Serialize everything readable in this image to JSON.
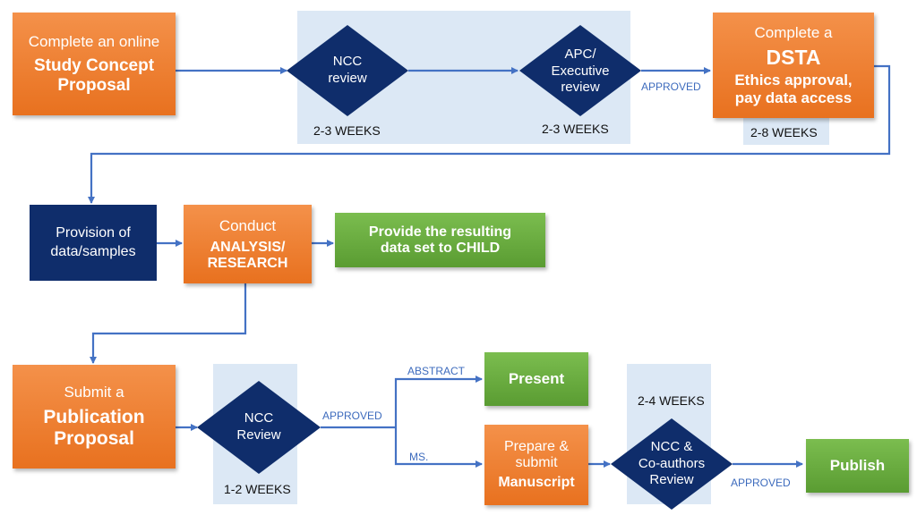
{
  "colors": {
    "orange": "#ee7d2e",
    "navy": "#0f2d6b",
    "green": "#6aad3f",
    "arrow": "#4472c4",
    "panel": "#dce8f5"
  },
  "step_concept": {
    "line1": "Complete an online",
    "line2": "Study Concept",
    "line3": "Proposal"
  },
  "ncc_review_1": {
    "line1": "NCC",
    "line2": "review",
    "weeks": "2-3 WEEKS"
  },
  "apc_review": {
    "line1": "APC/",
    "line2": "Executive",
    "line3": "review",
    "weeks": "2-3 WEEKS"
  },
  "approved_1": "APPROVED",
  "step_dsta": {
    "line1": "Complete a",
    "line2": "DSTA",
    "line3": "Ethics approval,",
    "line4": "pay data access",
    "weeks": "2-8 WEEKS"
  },
  "provision": {
    "line1": "Provision of",
    "line2": "data/samples"
  },
  "conduct": {
    "line1": "Conduct",
    "line2": "ANALYSIS/",
    "line3": "RESEARCH"
  },
  "provide": {
    "line1": "Provide the resulting",
    "line2": "data set to CHILD"
  },
  "publication": {
    "line1": "Submit a",
    "line2": "Publication",
    "line3": "Proposal"
  },
  "ncc_review_2": {
    "line1": "NCC",
    "line2": "Review",
    "weeks": "1-2 WEEKS"
  },
  "approved_2": "APPROVED",
  "abstract_label": "ABSTRACT",
  "ms_label": "MS.",
  "present": "Present",
  "manuscript": {
    "line1": "Prepare &",
    "line2": "submit",
    "line3": "Manuscript"
  },
  "coauthors_review": {
    "line1": "NCC &",
    "line2": "Co-authors",
    "line3": "Review",
    "weeks": "2-4 WEEKS"
  },
  "approved_3": "APPROVED",
  "publish": "Publish"
}
